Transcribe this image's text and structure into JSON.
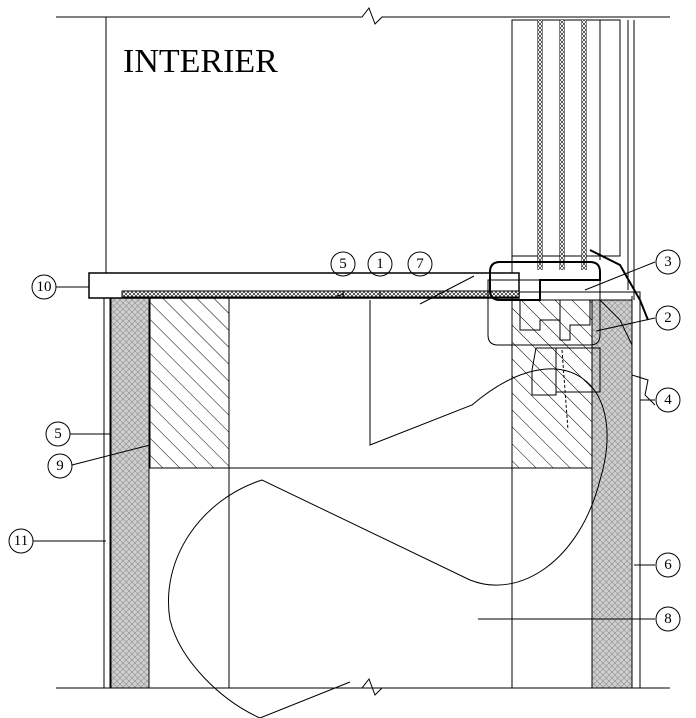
{
  "title": "INTERIER",
  "callouts": [
    {
      "label": "1"
    },
    {
      "label": "2"
    },
    {
      "label": "3"
    },
    {
      "label": "4"
    },
    {
      "label": "5"
    },
    {
      "label": "5"
    },
    {
      "label": "6"
    },
    {
      "label": "7"
    },
    {
      "label": "8"
    },
    {
      "label": "9"
    },
    {
      "label": "10"
    },
    {
      "label": "11"
    }
  ],
  "colors": {
    "line": "#000000",
    "background": "#ffffff",
    "insulation": "#d9d9d9"
  }
}
